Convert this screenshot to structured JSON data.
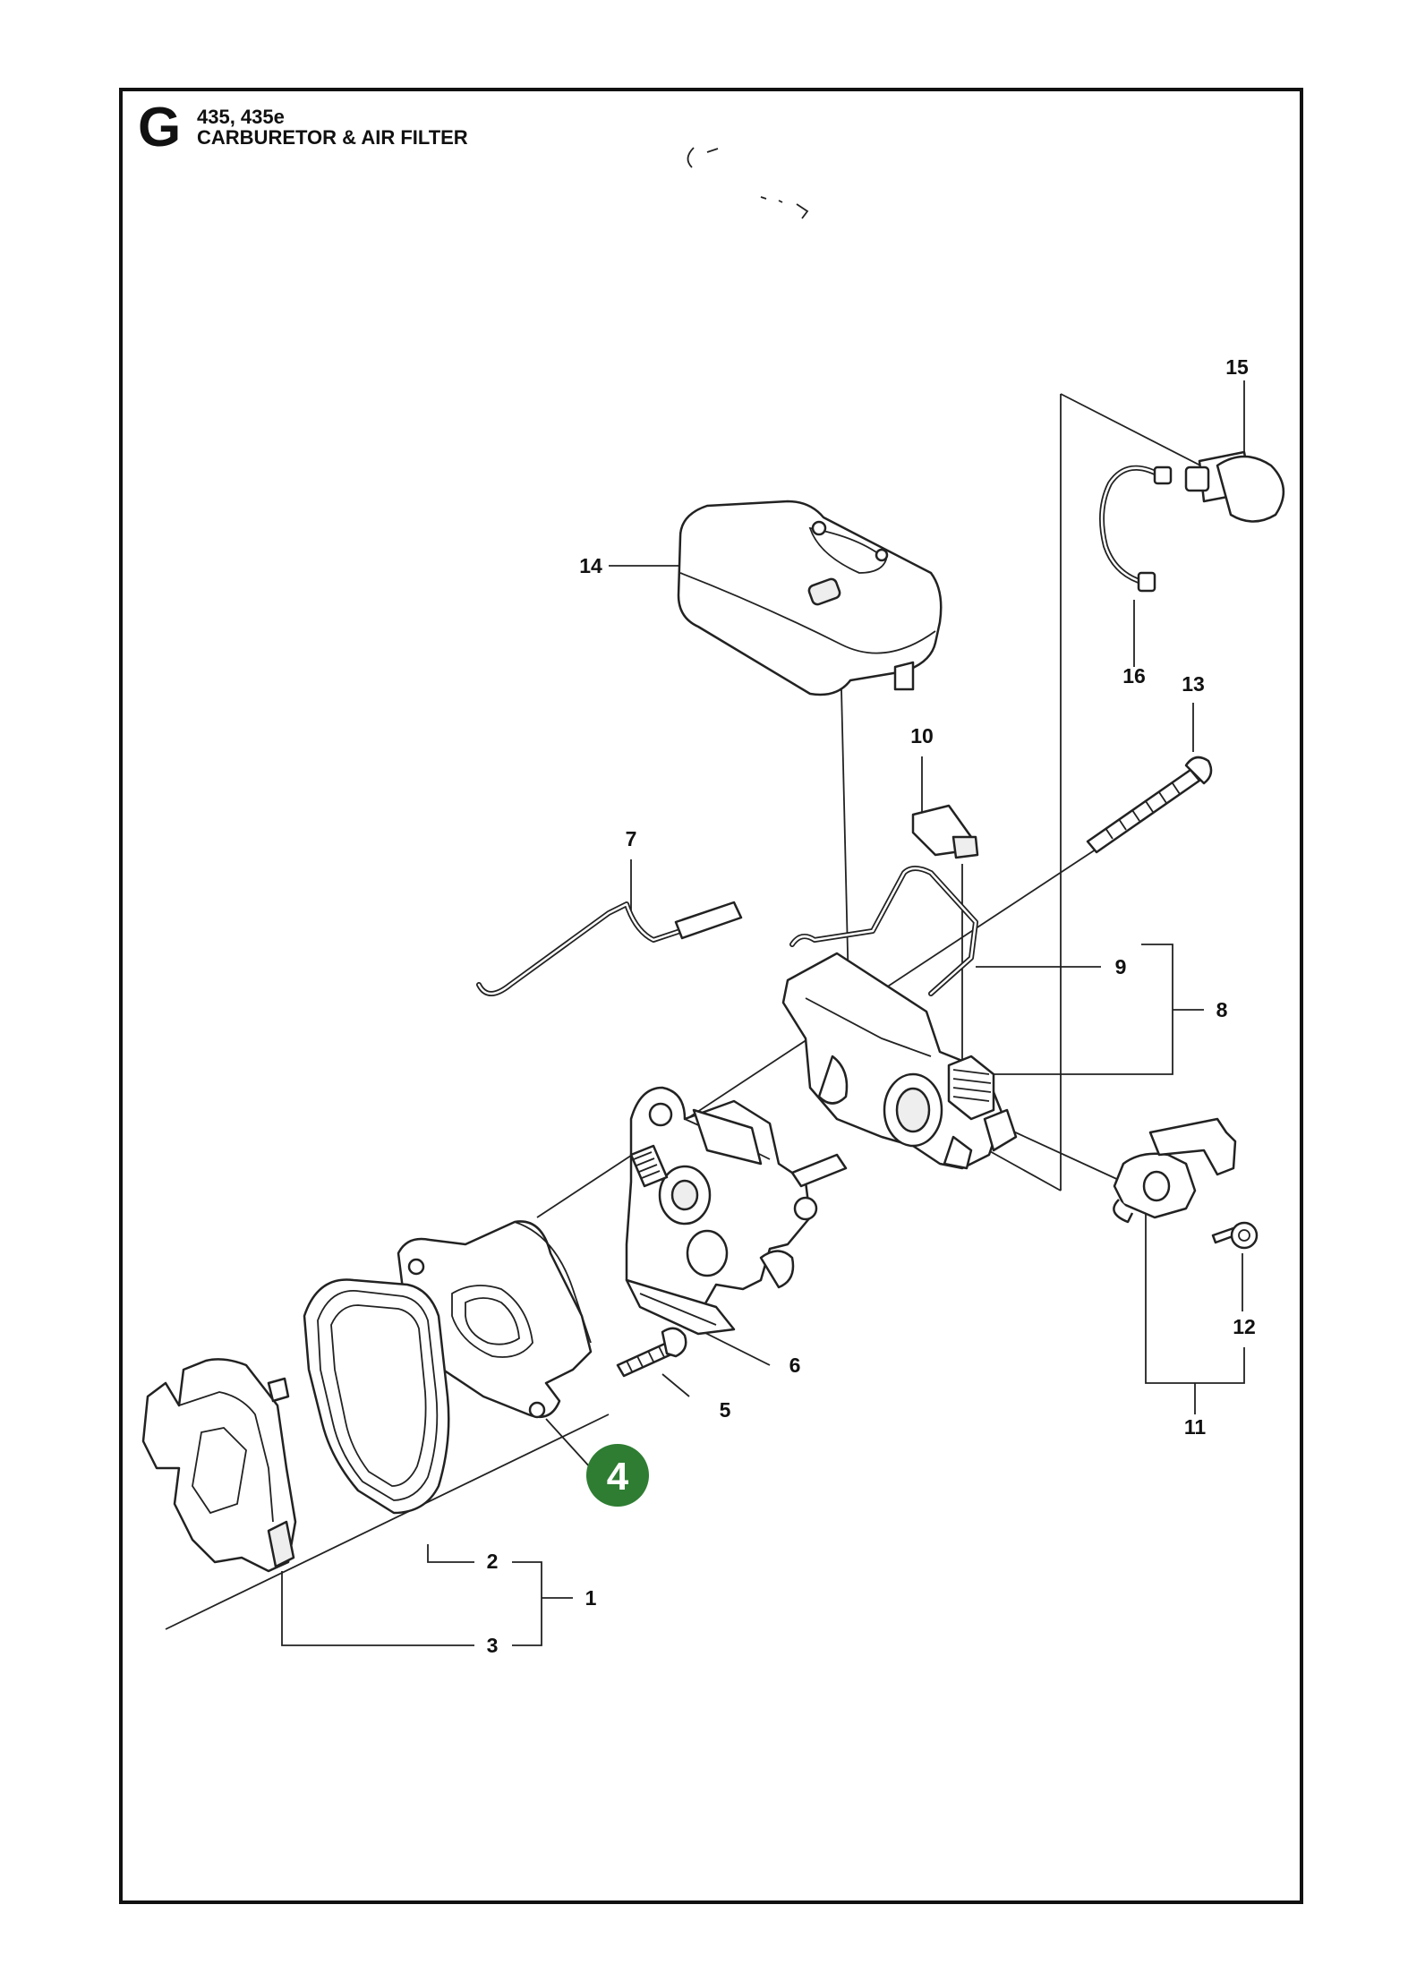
{
  "header": {
    "section_letter": "G",
    "models": "435, 435e",
    "title": "CARBURETOR & AIR FILTER"
  },
  "highlight": {
    "number": "4",
    "color": "#2e7d32"
  },
  "callouts": [
    "1",
    "2",
    "3",
    "5",
    "6",
    "7",
    "8",
    "9",
    "10",
    "11",
    "12",
    "13",
    "14",
    "15",
    "16"
  ]
}
